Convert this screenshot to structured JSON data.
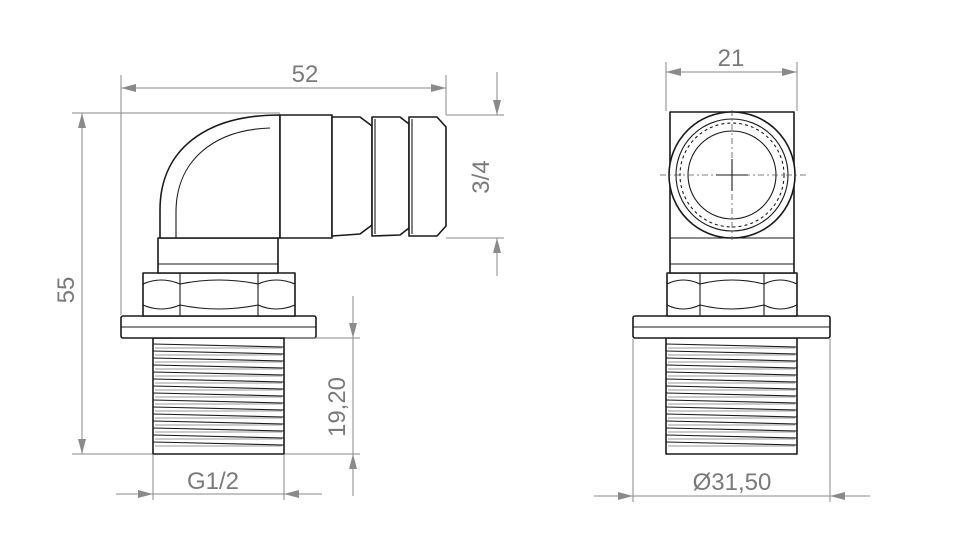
{
  "dimensions": {
    "overall_length": "52",
    "overall_height": "55",
    "hose_size": "3/4",
    "thread_length": "19,20",
    "thread_size": "G1/2",
    "body_width": "21",
    "flange_diameter": "Ø31,50"
  },
  "colors": {
    "line": "#1a1a1a",
    "dimension": "#8a8a8a",
    "background": "#ffffff"
  }
}
